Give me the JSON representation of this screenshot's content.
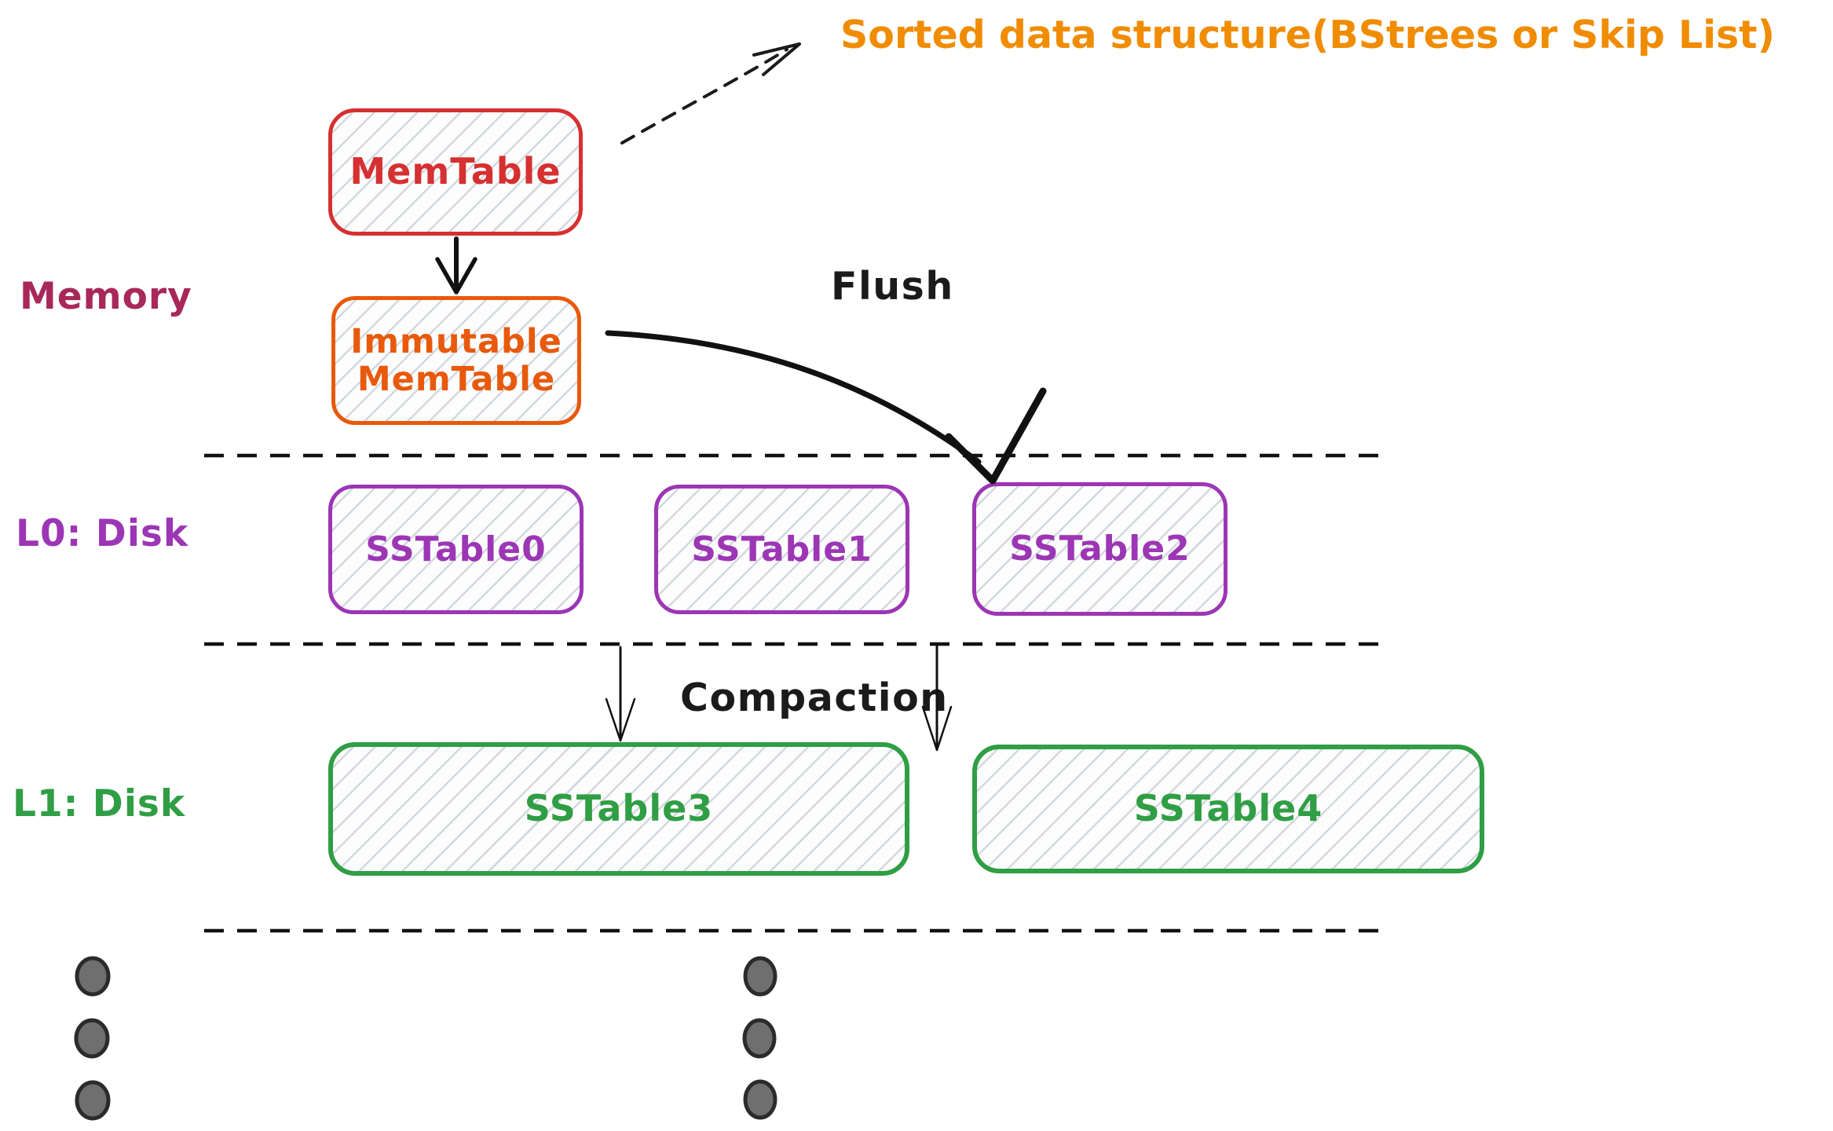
{
  "annotation": {
    "text": "Sorted data structure(BStrees or Skip List)",
    "color": "#f08c00"
  },
  "memory_section": {
    "label": "Memory",
    "label_color": "#a8285a",
    "boxes": [
      {
        "label": "MemTable",
        "color": "#d63031"
      },
      {
        "label": "Immutable MemTable",
        "color": "#e8590c"
      }
    ]
  },
  "l0_section": {
    "label": "L0: Disk",
    "label_color": "#9c36b5",
    "boxes": [
      {
        "label": "SSTable0"
      },
      {
        "label": "SSTable1"
      },
      {
        "label": "SSTable2"
      }
    ]
  },
  "l1_section": {
    "label": "L1: Disk",
    "label_color": "#2f9e44",
    "boxes": [
      {
        "label": "SSTable3"
      },
      {
        "label": "SSTable4"
      }
    ]
  },
  "arrows": {
    "flush_label": "Flush",
    "compaction_label": "Compaction",
    "memtable_to_immutable": "solid-down-arrow",
    "annotation_pointer": "dashed-up-right-arrow"
  },
  "decorations": {
    "separator_style": "dashed-horizontal-line",
    "separator_count": 3,
    "ellipsis_columns": 2,
    "ellipsis_dots_per_column": 3
  },
  "colors": {
    "red": "#d63031",
    "orange": "#e8590c",
    "annotation_orange": "#f08c00",
    "pink": "#a8285a",
    "purple": "#9c36b5",
    "green": "#2f9e44",
    "ink": "#1b1b1b",
    "hatch": "#d2d8de",
    "dot_fill": "#6f6f6f"
  }
}
